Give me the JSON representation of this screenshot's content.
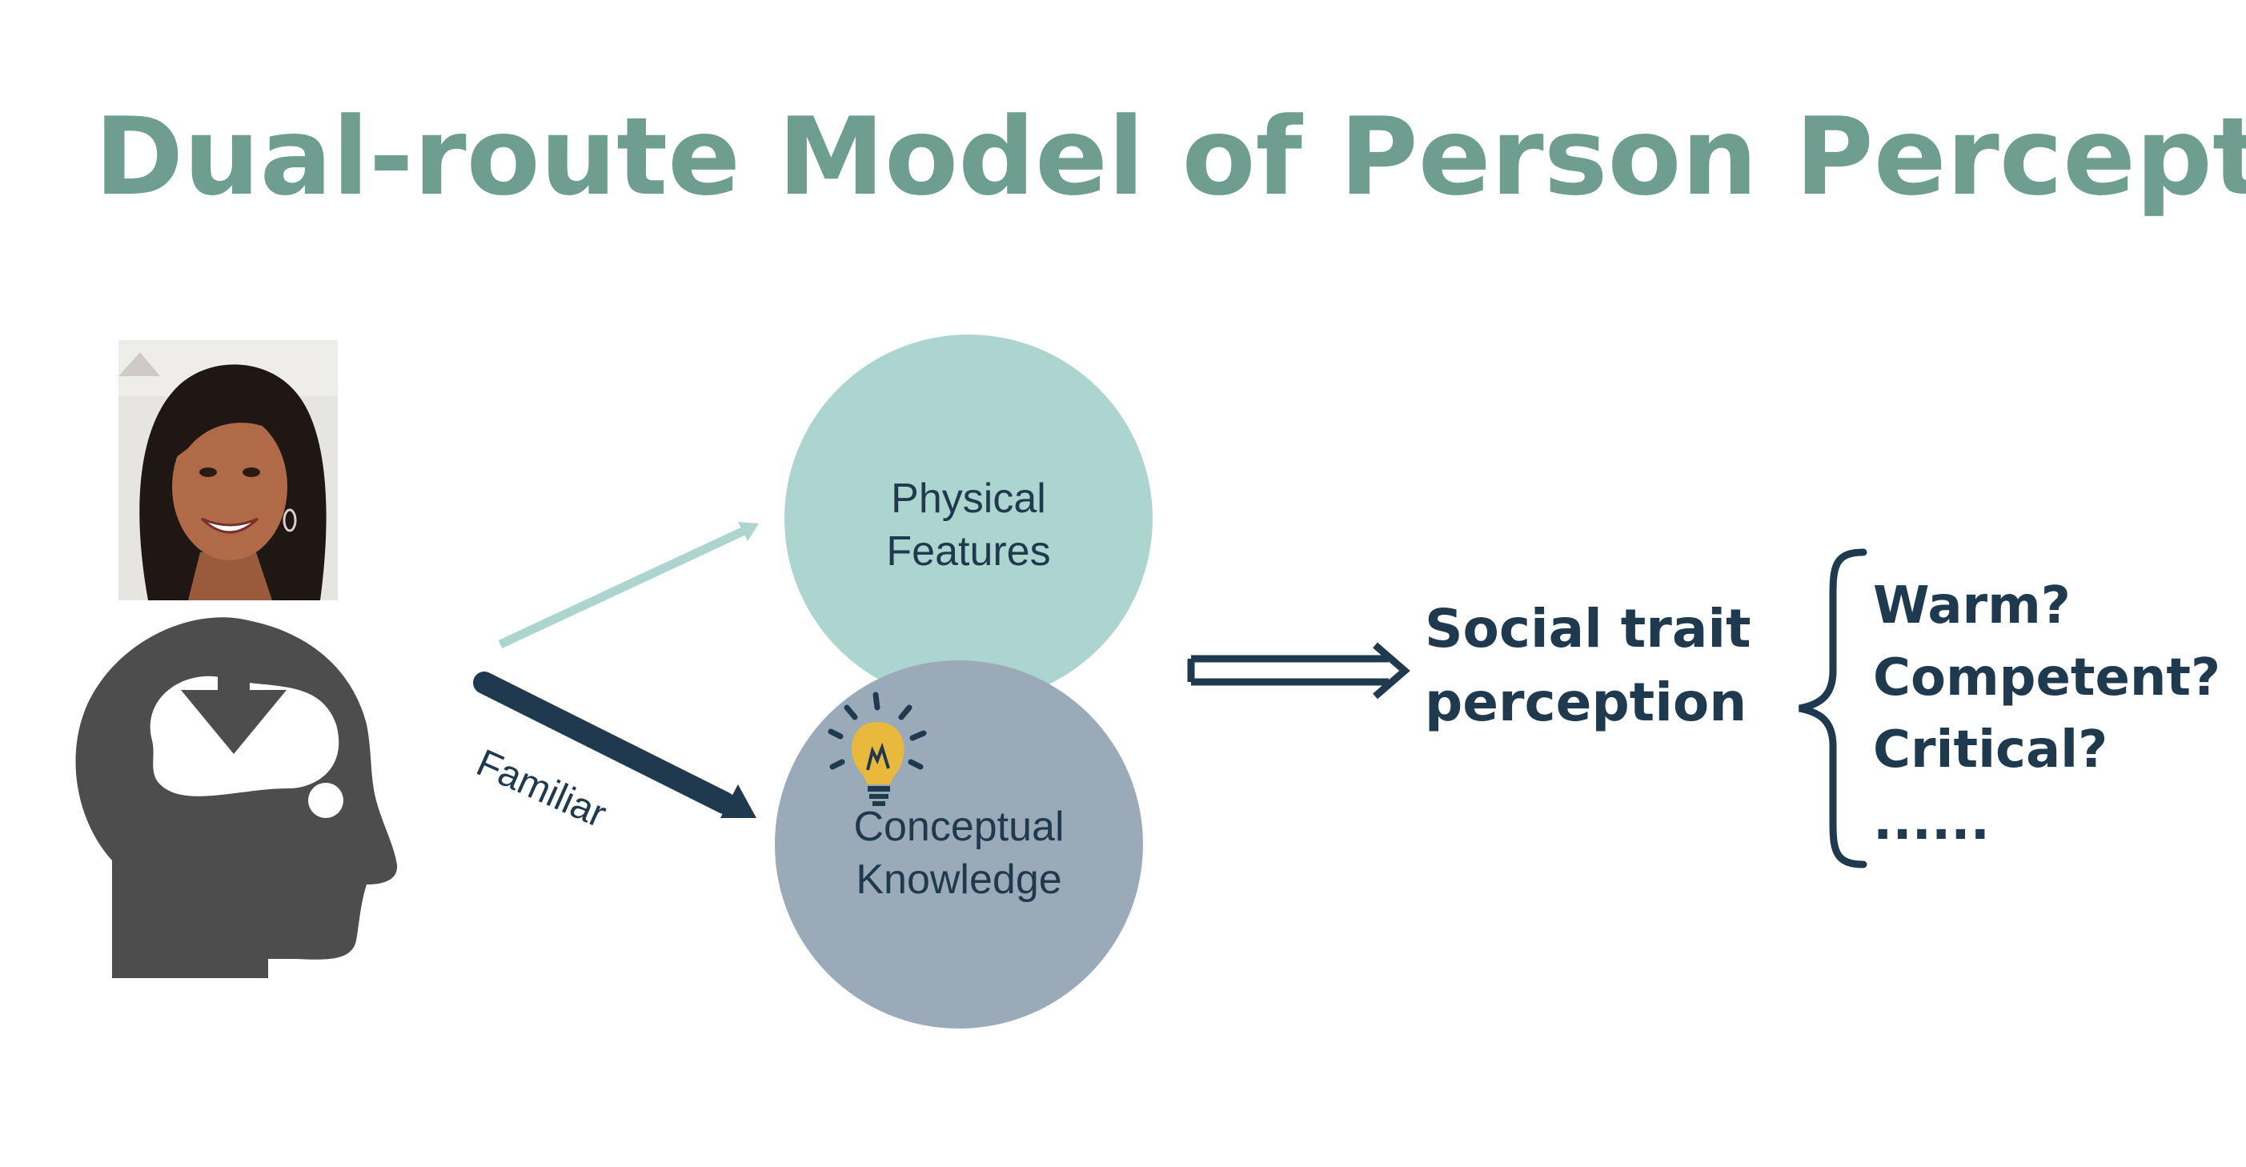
{
  "title": "Dual-route Model of Person Perception",
  "physical_features": {
    "line1": "Physical",
    "line2": "Features"
  },
  "conceptual_knowledge": {
    "line1": "Conceptual",
    "line2": "Knowledge"
  },
  "familiar_label": "Familiar",
  "social_trait": {
    "line1": "Social trait",
    "line2": "perception"
  },
  "trait_questions": [
    "Warm?",
    "Competent?",
    "Critical?",
    "......"
  ],
  "colors": {
    "title": "#6d9e8f",
    "physical_circle": "#acd5cf",
    "conceptual_circle": "#9baab9",
    "dark_navy": "#1f3a4f",
    "head_icon": "#4d4d4d",
    "bulb": "#e8b93c"
  },
  "icons": [
    "person-photo",
    "head-download-icon",
    "lightbulb-icon"
  ]
}
